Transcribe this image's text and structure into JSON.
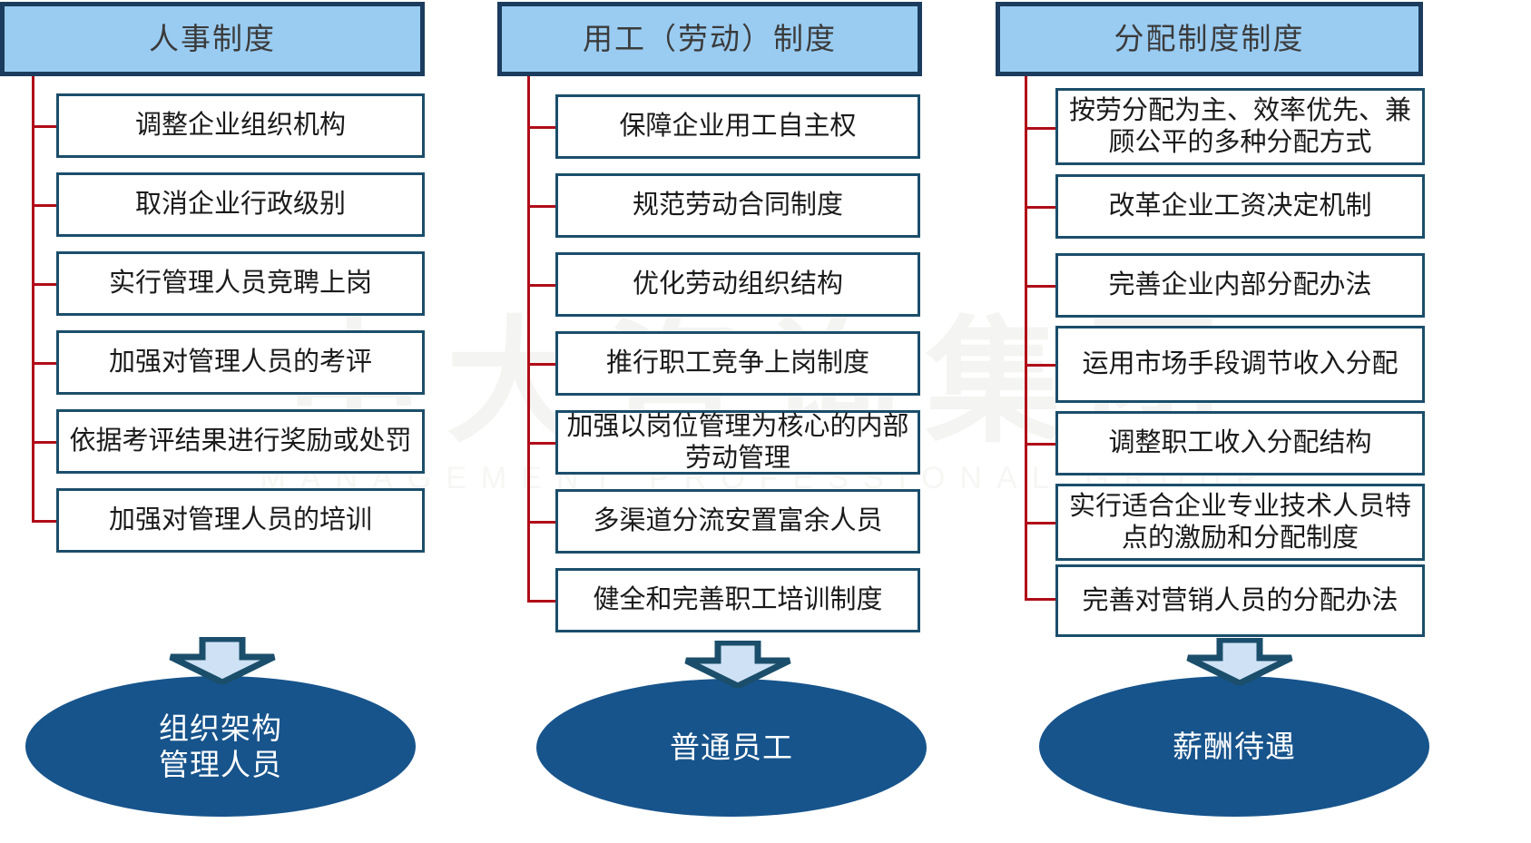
{
  "diagram": {
    "watermark": {
      "main": "中大咨询集团",
      "sub": "MANAGEMENT PROFESSIONAL GROUP"
    },
    "colors": {
      "header_fill": "#9ACCF2",
      "header_border": "#1B3C5E",
      "box_border": "#1B4E6B",
      "connector": "#b00d18",
      "ellipse_fill": "#17548C",
      "arrow_fill": "#CFE2F5",
      "arrow_border": "#1B4E6B"
    },
    "columns": [
      {
        "header": "人事制度",
        "items": [
          "调整企业组织机构",
          "取消企业行政级别",
          "实行管理人员竞聘上岗",
          "加强对管理人员的考评",
          "依据考评结果进行奖励或处罚",
          "加强对管理人员的培训"
        ],
        "arrow": "down-arrow",
        "outcome": "组织架构\n管理人员"
      },
      {
        "header": "用工（劳动）制度",
        "items": [
          "保障企业用工自主权",
          "规范劳动合同制度",
          "优化劳动组织结构",
          "推行职工竞争上岗制度",
          "加强以岗位管理为核心的内部劳动管理",
          "多渠道分流安置富余人员",
          "健全和完善职工培训制度"
        ],
        "arrow": "down-arrow",
        "outcome": "普通员工"
      },
      {
        "header": "分配制度制度",
        "items": [
          "按劳分配为主、效率优先、兼顾公平的多种分配方式",
          "改革企业工资决定机制",
          "完善企业内部分配办法",
          "运用市场手段调节收入分配",
          "调整职工收入分配结构",
          "实行适合企业专业技术人员特点的激励和分配制度",
          "完善对营销人员的分配办法"
        ],
        "arrow": "down-arrow",
        "outcome": "薪酬待遇"
      }
    ]
  }
}
